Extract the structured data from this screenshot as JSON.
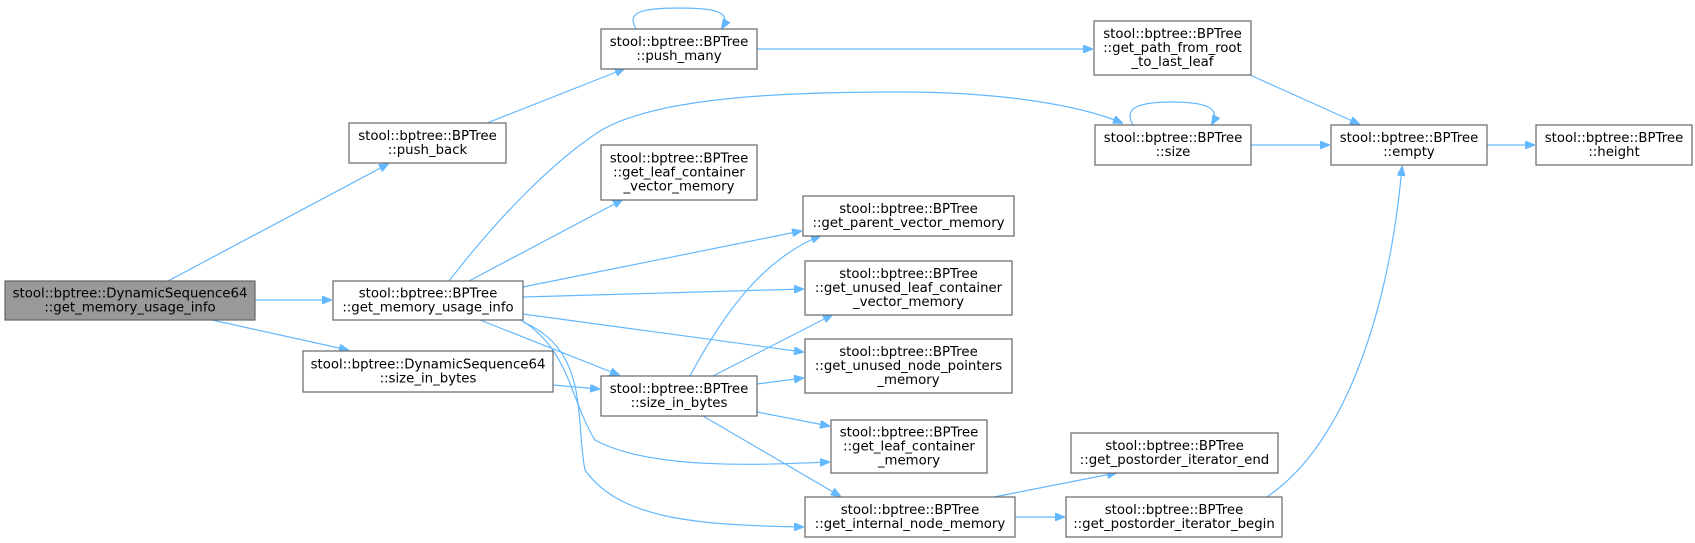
{
  "nodes": [
    {
      "id": "root",
      "lines": [
        "stool::bptree::DynamicSequence64",
        "::get_memory_usage_info"
      ],
      "highlighted": true
    },
    {
      "id": "push_back",
      "lines": [
        "stool::bptree::BPTree",
        "::push_back"
      ]
    },
    {
      "id": "gmui",
      "lines": [
        "stool::bptree::BPTree",
        "::get_memory_usage_info"
      ]
    },
    {
      "id": "ds_sib",
      "lines": [
        "stool::bptree::DynamicSequence64",
        "::size_in_bytes"
      ]
    },
    {
      "id": "push_many",
      "lines": [
        "stool::bptree::BPTree",
        "::push_many"
      ]
    },
    {
      "id": "glcvm",
      "lines": [
        "stool::bptree::BPTree",
        "::get_leaf_container",
        "_vector_memory"
      ]
    },
    {
      "id": "sib",
      "lines": [
        "stool::bptree::BPTree",
        "::size_in_bytes"
      ]
    },
    {
      "id": "gpvm",
      "lines": [
        "stool::bptree::BPTree",
        "::get_parent_vector_memory"
      ]
    },
    {
      "id": "gulcvm",
      "lines": [
        "stool::bptree::BPTree",
        "::get_unused_leaf_container",
        "_vector_memory"
      ]
    },
    {
      "id": "gunpm",
      "lines": [
        "stool::bptree::BPTree",
        "::get_unused_node_pointers",
        "_memory"
      ]
    },
    {
      "id": "glcm",
      "lines": [
        "stool::bptree::BPTree",
        "::get_leaf_container",
        "_memory"
      ]
    },
    {
      "id": "ginm",
      "lines": [
        "stool::bptree::BPTree",
        "::get_internal_node_memory"
      ]
    },
    {
      "id": "gpfrtll",
      "lines": [
        "stool::bptree::BPTree",
        "::get_path_from_root",
        "_to_last_leaf"
      ]
    },
    {
      "id": "size",
      "lines": [
        "stool::bptree::BPTree",
        "::size"
      ]
    },
    {
      "id": "gpie",
      "lines": [
        "stool::bptree::BPTree",
        "::get_postorder_iterator_end"
      ]
    },
    {
      "id": "gpib",
      "lines": [
        "stool::bptree::BPTree",
        "::get_postorder_iterator_begin"
      ]
    },
    {
      "id": "empty",
      "lines": [
        "stool::bptree::BPTree",
        "::empty"
      ]
    },
    {
      "id": "height",
      "lines": [
        "stool::bptree::BPTree",
        "::height"
      ]
    }
  ],
  "edges": [
    {
      "from": "root",
      "to": "push_back"
    },
    {
      "from": "root",
      "to": "gmui"
    },
    {
      "from": "root",
      "to": "ds_sib"
    },
    {
      "from": "push_back",
      "to": "push_many"
    },
    {
      "from": "push_many",
      "to": "push_many"
    },
    {
      "from": "push_many",
      "to": "gpfrtll"
    },
    {
      "from": "gpfrtll",
      "to": "empty"
    },
    {
      "from": "gmui",
      "to": "size"
    },
    {
      "from": "gmui",
      "to": "glcvm"
    },
    {
      "from": "gmui",
      "to": "gpvm"
    },
    {
      "from": "gmui",
      "to": "gulcvm"
    },
    {
      "from": "gmui",
      "to": "gunpm"
    },
    {
      "from": "gmui",
      "to": "sib"
    },
    {
      "from": "gmui",
      "to": "glcm"
    },
    {
      "from": "gmui",
      "to": "ginm"
    },
    {
      "from": "ds_sib",
      "to": "sib"
    },
    {
      "from": "sib",
      "to": "gpvm"
    },
    {
      "from": "sib",
      "to": "gulcvm"
    },
    {
      "from": "sib",
      "to": "gunpm"
    },
    {
      "from": "sib",
      "to": "glcm"
    },
    {
      "from": "sib",
      "to": "ginm"
    },
    {
      "from": "size",
      "to": "size"
    },
    {
      "from": "size",
      "to": "empty"
    },
    {
      "from": "ginm",
      "to": "gpie"
    },
    {
      "from": "ginm",
      "to": "gpib"
    },
    {
      "from": "gpib",
      "to": "empty"
    },
    {
      "from": "empty",
      "to": "height"
    }
  ]
}
